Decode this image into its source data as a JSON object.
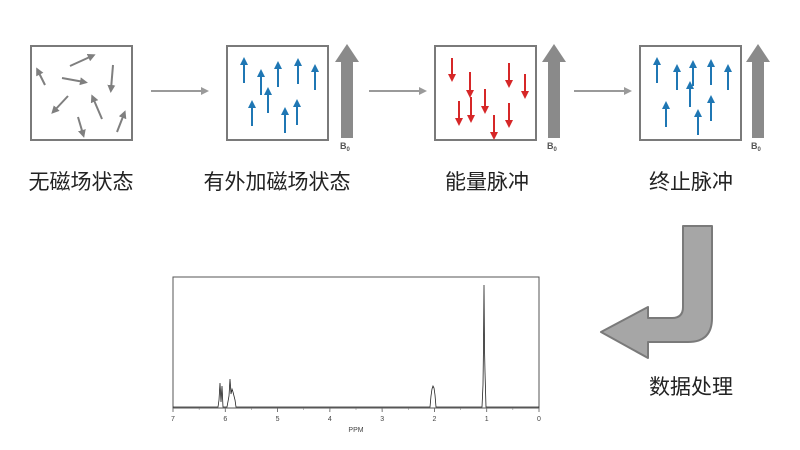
{
  "stages": [
    {
      "label": "无磁场状态",
      "field_label": "",
      "field_sub": ""
    },
    {
      "label": "有外加磁场状态",
      "field_label": "B",
      "field_sub": "0"
    },
    {
      "label": "能量脉冲",
      "field_label": "B",
      "field_sub": "0"
    },
    {
      "label": "终止脉冲",
      "field_label": "B",
      "field_sub": "0"
    }
  ],
  "processing_label": "数据处理",
  "spectrum": {
    "xlabel": "PPM",
    "ticks": [
      "7",
      "6",
      "5",
      "4",
      "3",
      "2",
      "1",
      "0"
    ],
    "x_range": [
      7,
      0
    ]
  },
  "colors": {
    "box_border": "#7a7a7a",
    "random_spin": "#7f7f7f",
    "aligned_spin": "#1f77b4",
    "flipped_spin": "#d62728",
    "field_arrow": "#8a8a8a",
    "flow_arrow": "#9a9a9a",
    "big_arrow_fill": "#a6a6a6",
    "big_arrow_stroke": "#7a7a7a"
  }
}
